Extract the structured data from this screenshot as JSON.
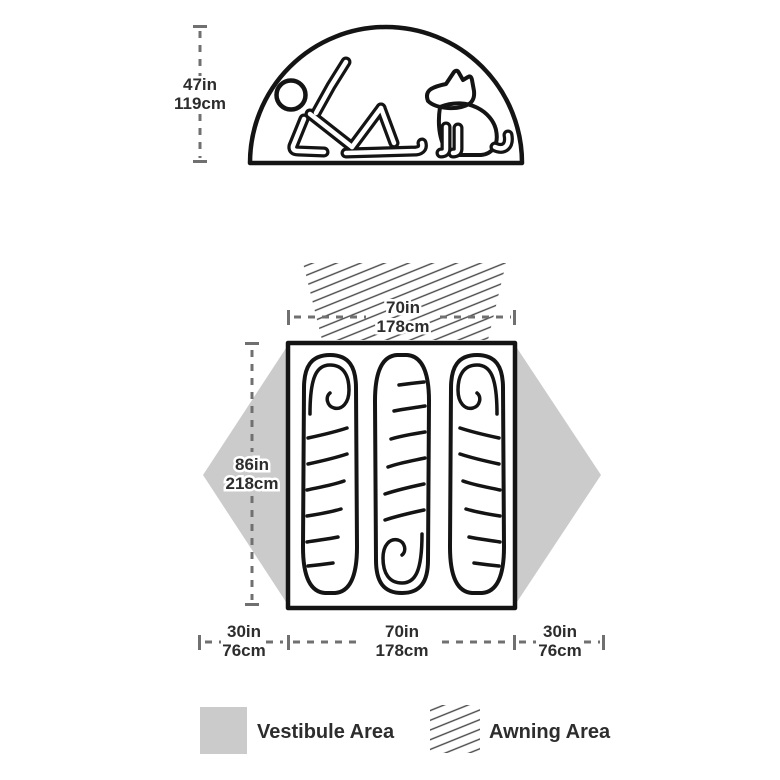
{
  "cross_section": {
    "height_in": "47in",
    "height_cm": "119cm"
  },
  "floor_plan": {
    "awning_width_in": "70in",
    "awning_width_cm": "178cm",
    "length_in": "86in",
    "length_cm": "218cm",
    "left_vestibule_in": "30in",
    "left_vestibule_cm": "76cm",
    "floor_width_in": "70in",
    "floor_width_cm": "178cm",
    "right_vestibule_in": "30in",
    "right_vestibule_cm": "76cm"
  },
  "legend": {
    "vestibule_label": "Vestibule Area",
    "awning_label": "Awning Area"
  },
  "colors": {
    "vestibule_fill": "#cbcbcb",
    "hatch_line": "#4a4a4a",
    "outline": "#141414",
    "dim_line": "#707070",
    "text": "#2d2d2d"
  }
}
